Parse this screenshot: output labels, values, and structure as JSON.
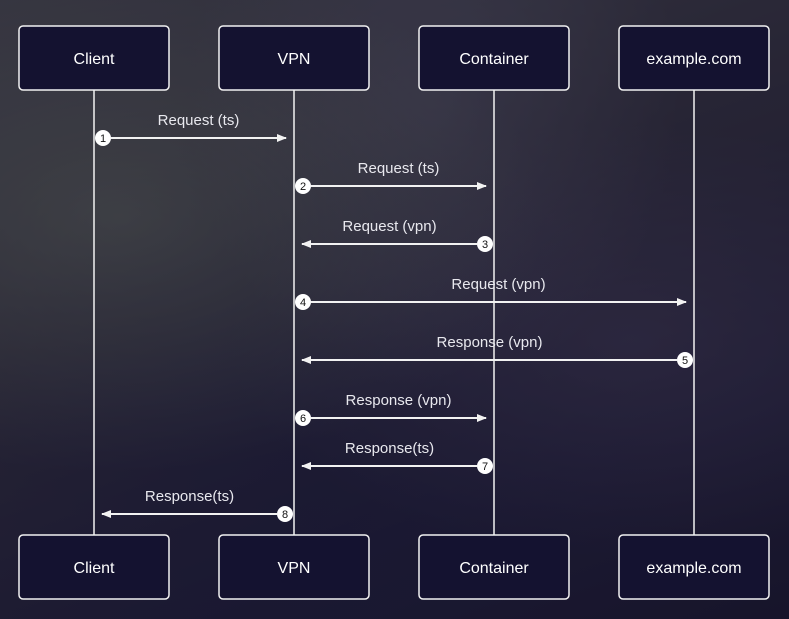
{
  "colors": {
    "line": "#f2f2f2",
    "actor_fill": "#141230",
    "text": "#ffffff",
    "badge": "#ffffff"
  },
  "actors": [
    {
      "id": "client",
      "label": "Client"
    },
    {
      "id": "vpn",
      "label": "VPN"
    },
    {
      "id": "container",
      "label": "Container"
    },
    {
      "id": "example",
      "label": "example.com"
    }
  ],
  "messages": [
    {
      "step": "1",
      "from": "client",
      "to": "vpn",
      "label": "Request (ts)"
    },
    {
      "step": "2",
      "from": "vpn",
      "to": "container",
      "label": "Request (ts)"
    },
    {
      "step": "3",
      "from": "container",
      "to": "vpn",
      "label": "Request (vpn)"
    },
    {
      "step": "4",
      "from": "vpn",
      "to": "example",
      "label": "Request (vpn)"
    },
    {
      "step": "5",
      "from": "example",
      "to": "vpn",
      "label": "Response (vpn)"
    },
    {
      "step": "6",
      "from": "vpn",
      "to": "container",
      "label": "Response (vpn)"
    },
    {
      "step": "7",
      "from": "container",
      "to": "vpn",
      "label": "Response(ts)"
    },
    {
      "step": "8",
      "from": "vpn",
      "to": "client",
      "label": "Response(ts)"
    }
  ]
}
